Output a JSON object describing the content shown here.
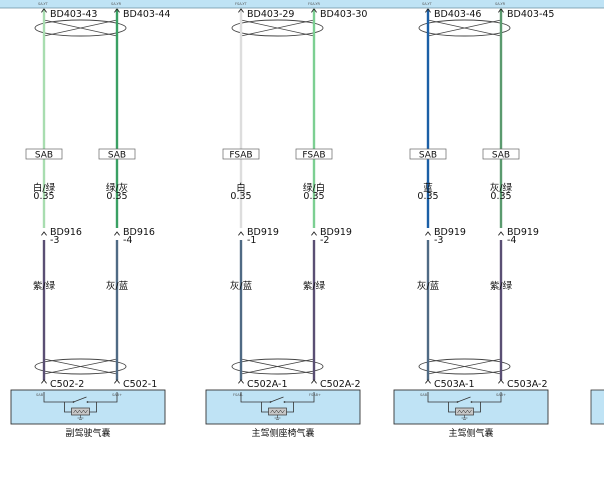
{
  "circuits": [
    {
      "wires": [
        {
          "top_connector": "BD403-43",
          "top_mark": "SA-YT",
          "shield": "SAB",
          "color_name": "白/绿",
          "gauge": "0.35",
          "inline_connector": "BD916",
          "inline_pin": "-3",
          "lower_color_name": "紫/绿",
          "bottom_connector": "C502-2",
          "bottom_mark": "SAB",
          "upper_stroke": "#a8ddb0",
          "lower_stroke": "#5a4f74"
        },
        {
          "top_connector": "BD403-44",
          "top_mark": "SA-YR",
          "shield": "SAB",
          "color_name": "绿/灰",
          "gauge": "0.35",
          "inline_connector": "BD916",
          "inline_pin": "-4",
          "lower_color_name": "灰/蓝",
          "bottom_connector": "C502-1",
          "bottom_mark": "SAB+",
          "upper_stroke": "#3aa063",
          "lower_stroke": "#4f6a84"
        }
      ],
      "module_title": "副驾驶气囊"
    },
    {
      "wires": [
        {
          "top_connector": "BD403-29",
          "top_mark": "FSA-YT",
          "shield": "FSAB",
          "color_name": "白",
          "gauge": "0.35",
          "inline_connector": "BD919",
          "inline_pin": "-1",
          "lower_color_name": "灰/蓝",
          "bottom_connector": "C502A-1",
          "bottom_mark": "FSAB-",
          "upper_stroke": "#dddddd",
          "lower_stroke": "#4f6a84"
        },
        {
          "top_connector": "BD403-30",
          "top_mark": "FSA-YR",
          "shield": "FSAB",
          "color_name": "绿/白",
          "gauge": "0.35",
          "inline_connector": "BD919",
          "inline_pin": "-2",
          "lower_color_name": "紫/绿",
          "bottom_connector": "C502A-2",
          "bottom_mark": "FSAB+",
          "upper_stroke": "#7ccf92",
          "lower_stroke": "#5a4f74"
        }
      ],
      "module_title": "主驾侧座椅气囊"
    },
    {
      "wires": [
        {
          "top_connector": "BD403-46",
          "top_mark": "SA-YT",
          "shield": "SAB",
          "color_name": "蓝",
          "gauge": "0.35",
          "inline_connector": "BD919",
          "inline_pin": "-3",
          "lower_color_name": "灰/蓝",
          "bottom_connector": "C503A-1",
          "bottom_mark": "SAB-",
          "upper_stroke": "#1b5fa6",
          "lower_stroke": "#4f6a84"
        },
        {
          "top_connector": "BD403-45",
          "top_mark": "SA-YR",
          "shield": "SAB",
          "color_name": "灰/绿",
          "gauge": "0.35",
          "inline_connector": "BD919",
          "inline_pin": "-4",
          "lower_color_name": "紫/绿",
          "bottom_connector": "C503A-2",
          "bottom_mark": "SAB+",
          "upper_stroke": "#5a9a6e",
          "lower_stroke": "#5a4f74"
        }
      ],
      "module_title": "主驾侧气囊"
    }
  ],
  "colors": {
    "top_bar": "#bfe3f5",
    "module_fill": "#bfe3f5",
    "module_border": "#333333",
    "resistor_fill": "#c8c8c8"
  }
}
